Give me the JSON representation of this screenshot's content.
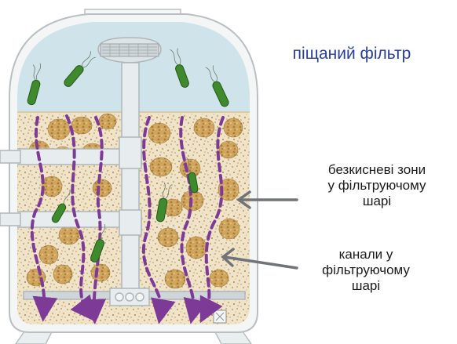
{
  "title": "піщаний фільтр",
  "labels": {
    "anaerobic_zones": [
      "безкисневі зони",
      "у фільтруючому",
      "шарі"
    ],
    "channels": [
      "канали у",
      "фільтруючому",
      "шарі"
    ]
  },
  "colors": {
    "water": "#cfe4ea",
    "sand": "#efe3c9",
    "grain": "#c8a86a",
    "clump": "#b8904a",
    "flow_arrow": "#7d3a97",
    "bacteria": "#3f8a2c",
    "tank_wall": "#f4f6f6",
    "tank_outline": "#b9bfc2",
    "pipe": "#e7ecee",
    "pointer_arrow": "#707478",
    "title": "#2a3f9a"
  },
  "icons": {
    "bacteria": "bacterium-icon",
    "flow": "flow-arrow-icon",
    "pointer": "pointer-arrow-icon"
  }
}
